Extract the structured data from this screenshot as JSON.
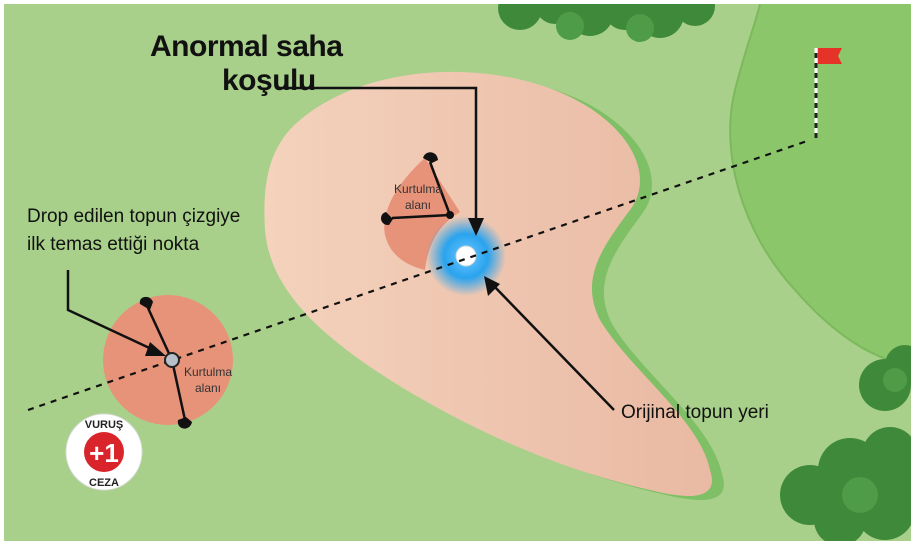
{
  "title": {
    "line1": "Anormal saha",
    "line2": "koşulu"
  },
  "drop_point_label": {
    "line1": "Drop edilen topun çizgiye",
    "line2": "ilk temas ettiği nokta"
  },
  "original_ball_label": "Orijinal topun yeri",
  "relief_area_label": {
    "line1": "Kurtulma",
    "line2": "alanı"
  },
  "penalty_badge": {
    "top": "VURUŞ",
    "value": "+1",
    "bottom": "CEZA"
  },
  "colors": {
    "fairway": "#a8d08a",
    "green": "#8cc66a",
    "sand": "#f4d2bc",
    "relief_area": "#e7937a",
    "ball_glow": "#2aa3ee",
    "flag": "#e6332a",
    "penalty_red": "#d9242b"
  }
}
